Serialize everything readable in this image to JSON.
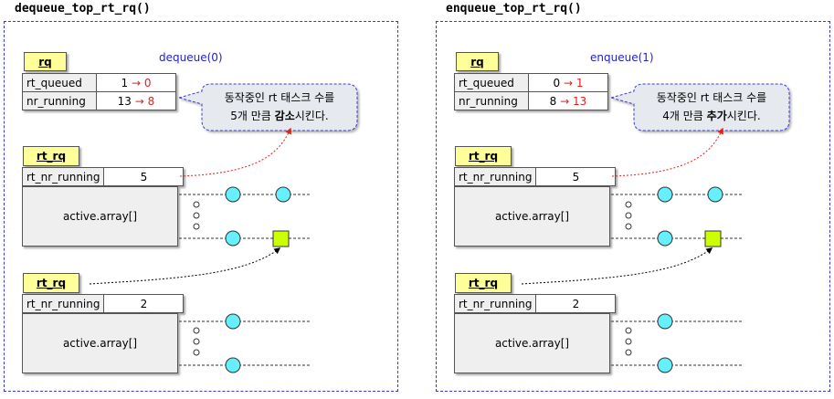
{
  "panels": [
    {
      "title": "dequeue_top_rt_rq()",
      "rq_label": "rq",
      "function_call": "dequeue(0)",
      "rt_queued": {
        "label": "rt_queued",
        "old": "1",
        "arrow": "→",
        "new": "0"
      },
      "nr_running": {
        "label": "nr_running",
        "old": "13",
        "arrow": "→",
        "new": "8"
      },
      "bubble": {
        "line1": "동작중인 rt 태스크 수를",
        "line2_pre": "5개 만큼 ",
        "line2_bold": "감소",
        "line2_post": "시킨다."
      },
      "rt_rq_top": {
        "label": "rt_rq",
        "field": "rt_nr_running",
        "value": "5",
        "array": "active.array[]"
      },
      "rt_rq_bottom": {
        "label": "rt_rq",
        "field": "rt_nr_running",
        "value": "2",
        "array": "active.array[]"
      }
    },
    {
      "title": "enqueue_top_rt_rq()",
      "rq_label": "rq",
      "function_call": "enqueue(1)",
      "rt_queued": {
        "label": "rt_queued",
        "old": "0",
        "arrow": "→",
        "new": "1"
      },
      "nr_running": {
        "label": "nr_running",
        "old": "8",
        "arrow": "→",
        "new": "13"
      },
      "bubble": {
        "line1": "동작중인 rt 태스크 수를",
        "line2_pre": "4개 만큼 ",
        "line2_bold": "추가",
        "line2_post": "시킨다."
      },
      "rt_rq_top": {
        "label": "rt_rq",
        "field": "rt_nr_running",
        "value": "5",
        "array": "active.array[]"
      },
      "rt_rq_bottom": {
        "label": "rt_rq",
        "field": "rt_nr_running",
        "value": "2",
        "array": "active.array[]"
      }
    }
  ],
  "colors": {
    "frame": "#3a3ad0",
    "tag_fill": "#ffff99",
    "node_fill": "#66f0ff",
    "square_fill": "#ccff00",
    "change": "#e02020",
    "function_text": "#2222cc"
  }
}
